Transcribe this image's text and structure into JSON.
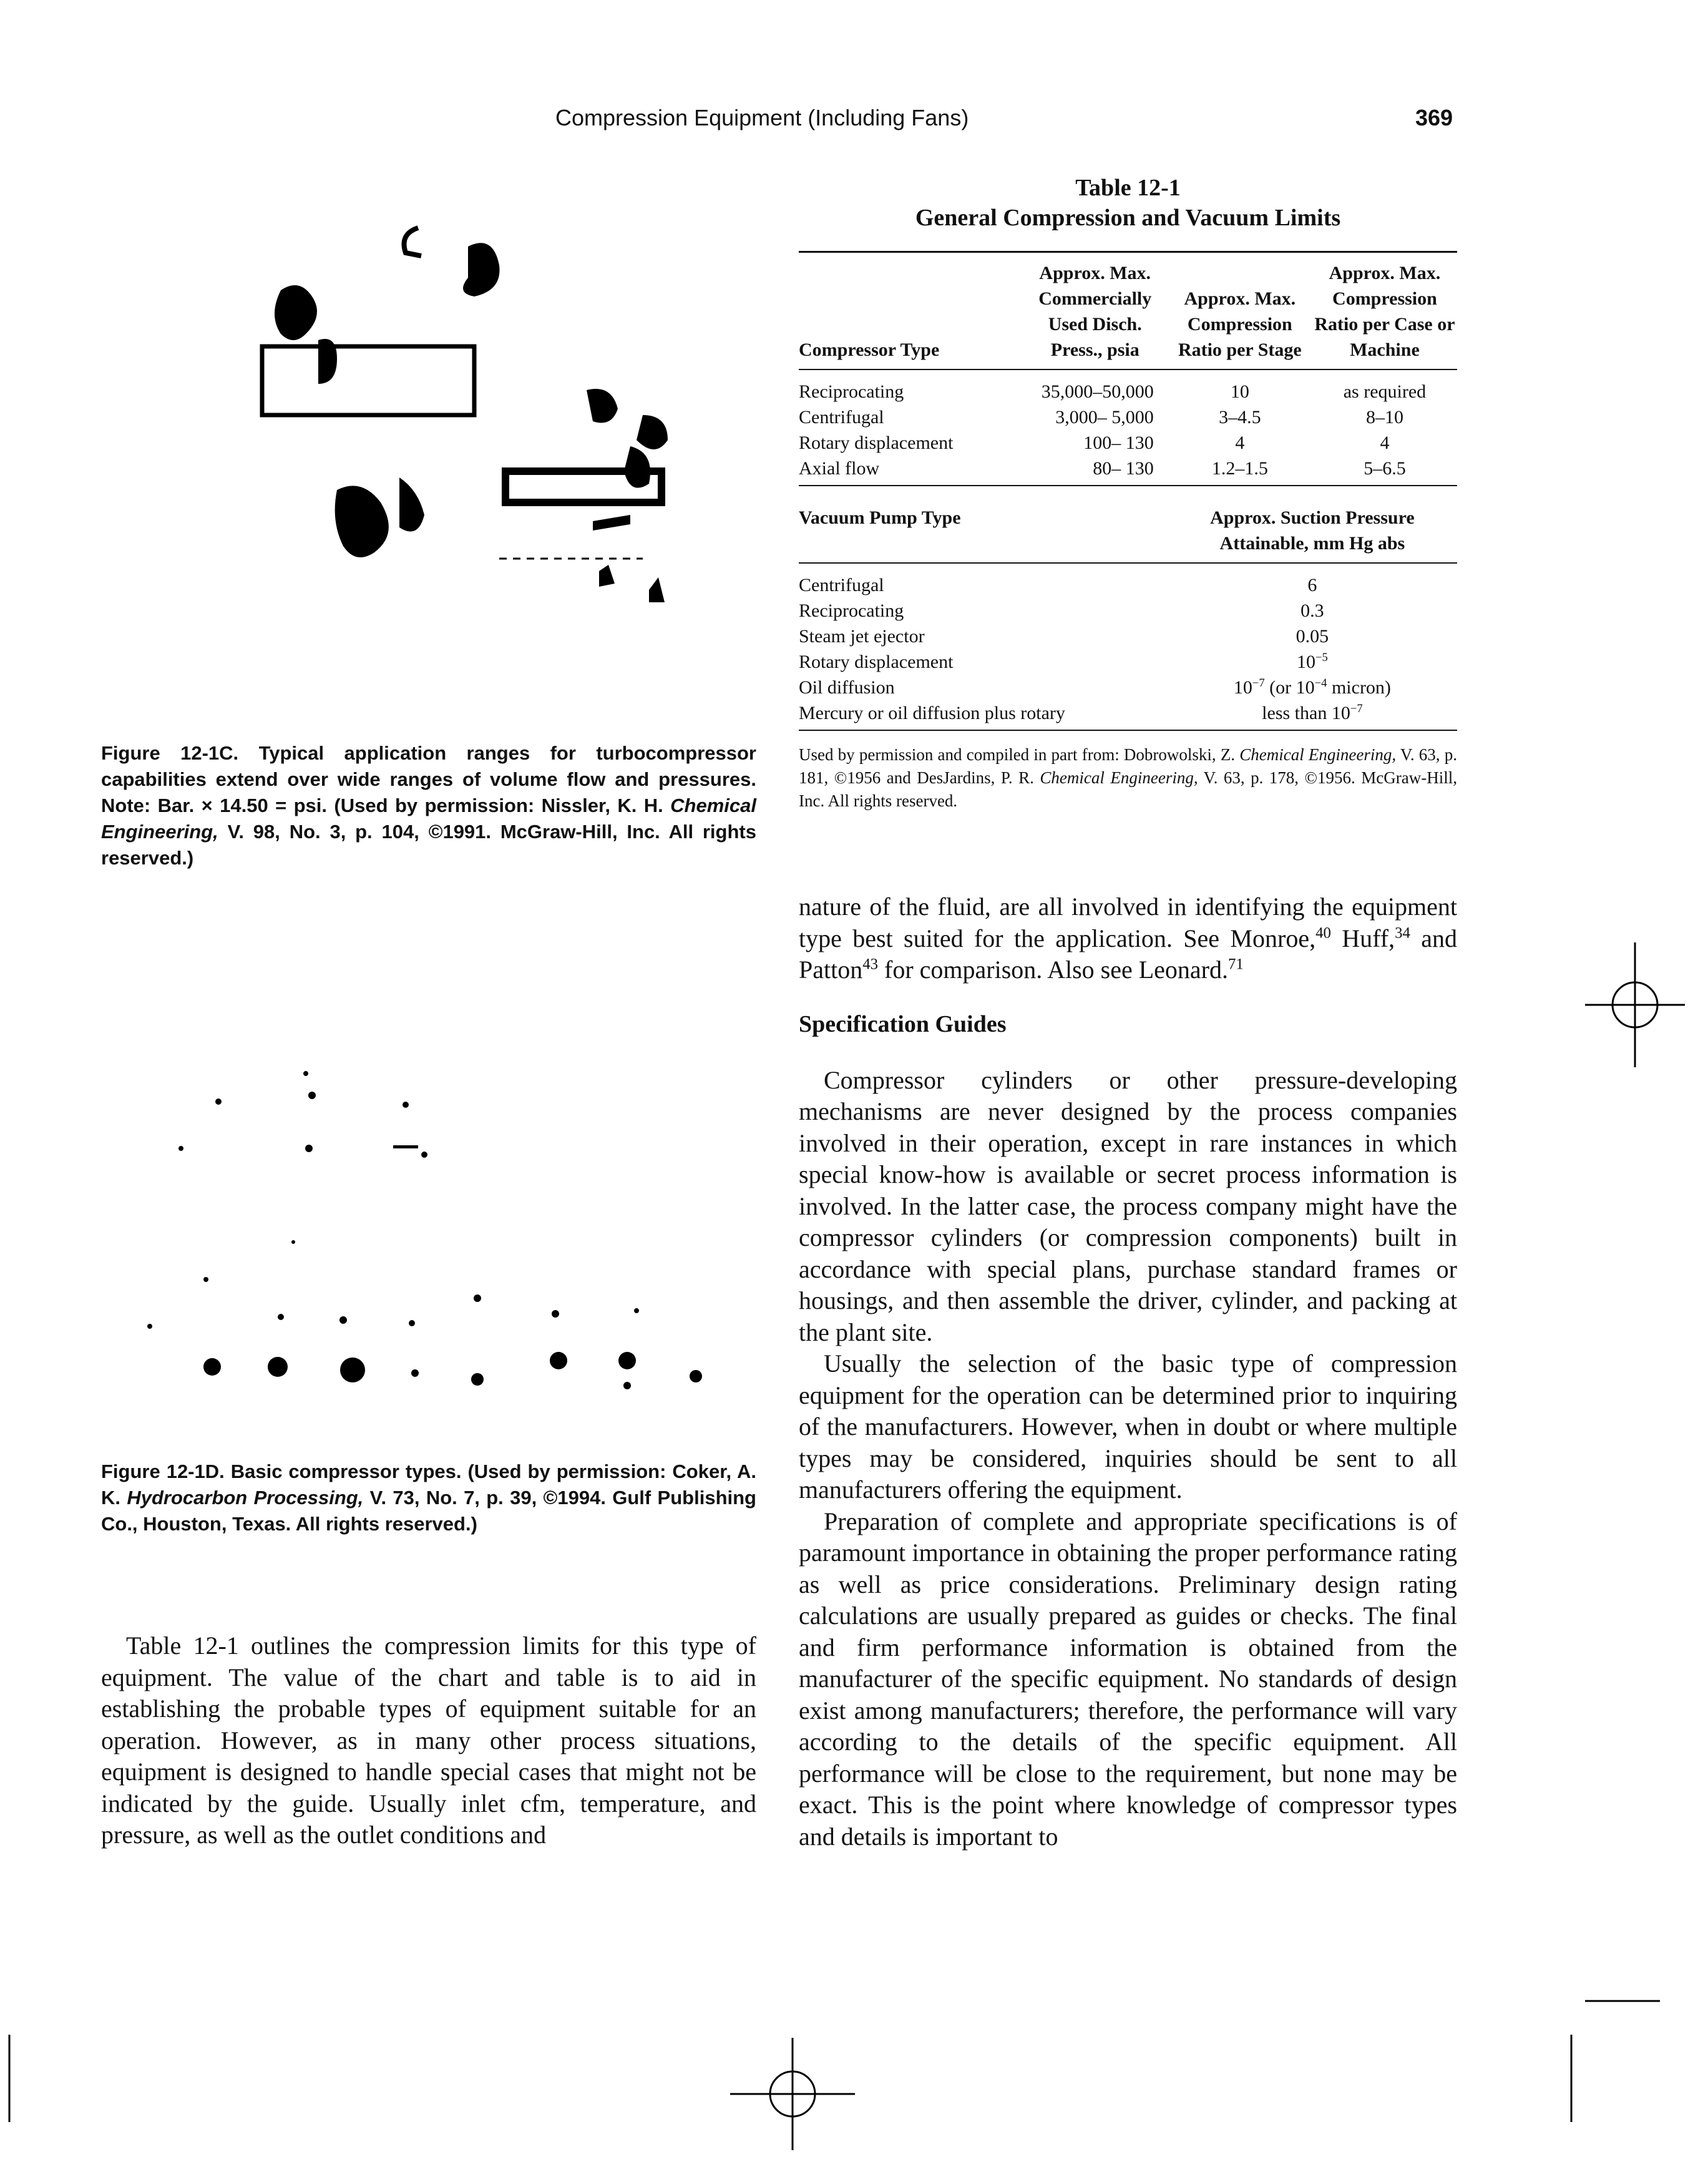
{
  "header": {
    "running_head": "Compression Equipment (Including Fans)",
    "page_number": "369"
  },
  "figure_c": {
    "label": "Figure 12-1C.",
    "caption": "Typical application ranges for turbocompressor capabilities extend over wide ranges of volume flow and pressures. Note: Bar. × 14.50 = psi. (Used by permission: Nissler, K. H.",
    "journal": "Chemical Engineering,",
    "caption_end": "V. 98, No. 3, p. 104, ©1991. McGraw-Hill, Inc. All rights reserved.)"
  },
  "figure_d": {
    "label": "Figure 12-1D.",
    "caption": "Basic compressor types. (Used by permission: Coker, A. K.",
    "journal": "Hydrocarbon Processing,",
    "caption_end": "V. 73, No. 7, p. 39, ©1994. Gulf Publishing Co., Houston, Texas. All rights reserved.)"
  },
  "table": {
    "number": "Table 12-1",
    "title": "General Compression and Vacuum Limits",
    "compressor_headers": [
      "Compressor Type",
      "Approx. Max. Commercially Used Disch. Press., psia",
      "Approx. Max. Compression Ratio per Stage",
      "Approx. Max. Compression Ratio per Case or Machine"
    ],
    "compressor_rows": [
      {
        "type": "Reciprocating",
        "press": "35,000–50,000",
        "stage": "10",
        "machine": "as required"
      },
      {
        "type": "Centrifugal",
        "press": "3,000– 5,000",
        "stage": "3–4.5",
        "machine": "8–10"
      },
      {
        "type": "Rotary displacement",
        "press": "100– 130",
        "stage": "4",
        "machine": "4"
      },
      {
        "type": "Axial flow",
        "press": "80– 130",
        "stage": "1.2–1.5",
        "machine": "5–6.5"
      }
    ],
    "vacuum_headers": [
      "Vacuum Pump Type",
      "Approx. Suction Pressure Attainable, mm Hg abs"
    ],
    "vacuum_rows": [
      {
        "type": "Centrifugal",
        "value": "6"
      },
      {
        "type": "Reciprocating",
        "value": "0.3"
      },
      {
        "type": "Steam jet ejector",
        "value": "0.05"
      },
      {
        "type": "Rotary displacement",
        "value": "10",
        "exp": "−5"
      },
      {
        "type": "Oil diffusion",
        "value": "10",
        "exp": "−7",
        "mid": " (or 10",
        "exp2": "−4",
        "tail": " micron)"
      },
      {
        "type": "Mercury or oil diffusion plus rotary",
        "value": "less than 10",
        "exp": "−7"
      }
    ],
    "note_a": "Used by permission and compiled in part from: Dobrowolski, Z.",
    "note_j1": "Chemical Engineering,",
    "note_b": "V. 63, p. 181, ©1956 and DesJardins, P. R.",
    "note_j2": "Chemical Engineering,",
    "note_c": "V. 63, p. 178, ©1956. McGraw-Hill, Inc. All rights reserved."
  },
  "left_column": {
    "para1": "Table 12-1 outlines the compression limits for this type of equipment. The value of the chart and table is to aid in establishing the probable types of equipment suitable for an operation. However, as in many other process situations, equipment is designed to handle special cases that might not be indicated by the guide. Usually inlet cfm, temperature, and pressure, as well as the outlet conditions and"
  },
  "right_column": {
    "para0_a": "nature of the fluid, are all involved in identifying the equipment type best suited for the application. See Monroe,",
    "ref_monroe": "40",
    "para0_b": "Huff,",
    "ref_huff": "34",
    "para0_c": "and Patton",
    "ref_patton": "43",
    "para0_d": "for comparison. Also see Leonard.",
    "ref_leonard": "71",
    "heading": "Specification Guides",
    "para1": "Compressor cylinders or other pressure-developing mechanisms are never designed by the process companies involved in their operation, except in rare instances in which special know-how is available or secret process information is involved. In the latter case, the process company might have the compressor cylinders (or compression components) built in accordance with special plans, purchase standard frames or housings, and then assemble the driver, cylinder, and packing at the plant site.",
    "para2": "Usually the selection of the basic type of compression equipment for the operation can be determined prior to inquiring of the manufacturers. However, when in doubt or where multiple types may be considered, inquiries should be sent to all manufacturers offering the equipment.",
    "para3": "Preparation of complete and appropriate specifications is of paramount importance in obtaining the proper performance rating as well as price considerations. Preliminary design rating calculations are usually prepared as guides or checks. The final and firm performance information is obtained from the manufacturer of the specific equipment. No standards of design exist among manufacturers; therefore, the performance will vary according to the details of the specific equipment. All performance will be close to the requirement, but none may be exact. This is the point where knowledge of compressor types and details is important to"
  }
}
